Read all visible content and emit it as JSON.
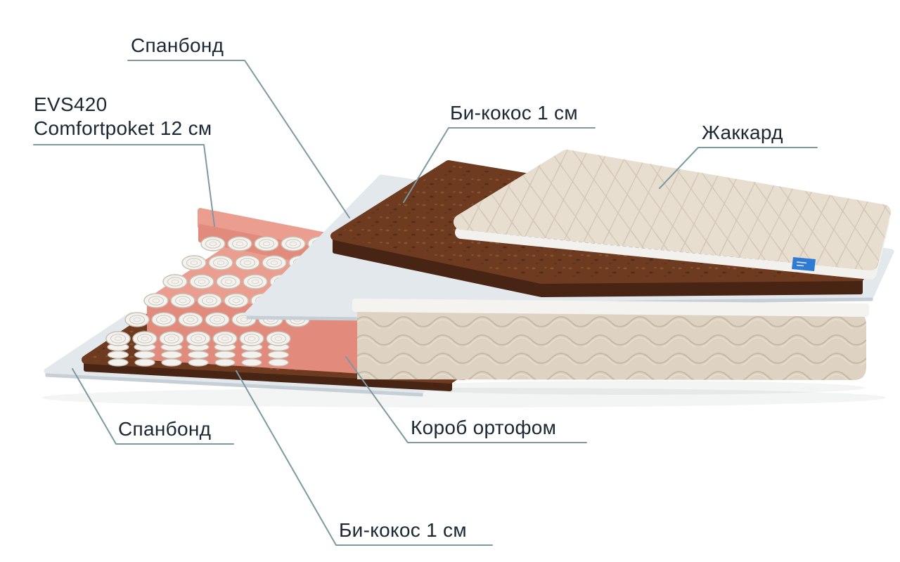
{
  "colors": {
    "background": "#ffffff",
    "text": "#1b2733",
    "leader": "#7f99a1",
    "spunbond": "#e3e8ec",
    "spunbond_side": "#c7cfd6",
    "coir": "#6e3b21",
    "coir_dark": "#472413",
    "foam": "#eb9e8f",
    "foam_front": "#e28a7c",
    "spring": "#f4f2ee",
    "spring_edge": "#c6beb2",
    "fabric": "#ded3c2",
    "fabric_wave": "#c3b5a0",
    "fabric_wave_light": "#ece3d4",
    "piping": "#f4f3f0",
    "jacquard": "#e7ded0",
    "quilt_line": "#d3c6b4",
    "band": "#f2f1ed",
    "tag_blue": "#2f7ad2"
  },
  "labels": {
    "spunbond_top": "Спанбонд",
    "evs_line1": "EVS420",
    "evs_line2": "Comfortpoket 12 см",
    "bicoco_top": "Би-кокос 1 см",
    "jacquard": "Жаккард",
    "spunbond_bottom": "Спанбонд",
    "foam_box": "Короб ортофом",
    "bicoco_bottom": "Би-кокос 1 см"
  }
}
